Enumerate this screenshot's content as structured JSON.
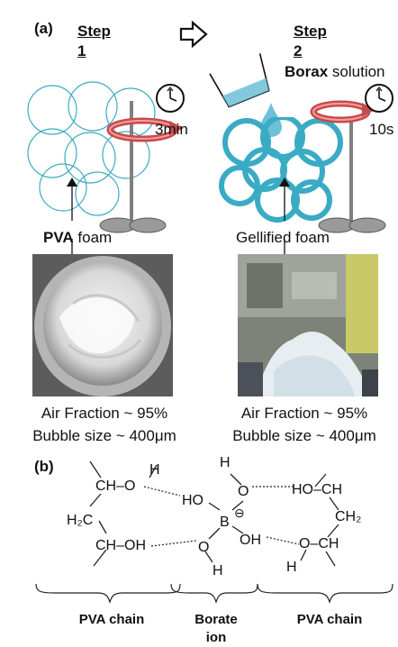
{
  "panel_a": {
    "label": "(a)",
    "step1": {
      "line1": "Step",
      "line2": "1"
    },
    "step2": {
      "line1": "Step",
      "line2": "2"
    },
    "time1": "3min",
    "time2": "10s",
    "borax_bold": "Borax",
    "borax_rest": " solution",
    "foam1_bold": "PVA",
    "foam1_rest": " foam",
    "foam2": "Gellified foam",
    "left_stats": {
      "air": "Air Fraction ~ 95%",
      "bubble": "Bubble size ~ 400μm"
    },
    "right_stats": {
      "air": "Air Fraction ~ 95%",
      "bubble": "Bubble size ~ 400μm"
    },
    "colors": {
      "bubble": "#3aabc4",
      "stirrer_arrow": "#c94a4a",
      "liquid": "#6cc0d8"
    }
  },
  "panel_b": {
    "label": "(b)",
    "chem": {
      "ch_top": "CH–O",
      "h_top": "H",
      "h2c": "H₂C",
      "ch_oh": "CH–OH",
      "ho_left": "HO",
      "b": "B",
      "minus": "⊖",
      "o_lower": "O",
      "h_lower": "H",
      "h_upper": "H",
      "o_upper": "O",
      "oh_right": "OH",
      "ho_ch": "HO–CH",
      "ch2": "CH₂",
      "o_ch": "O–CH",
      "h_right": "H"
    },
    "brace_labels": {
      "left": "PVA chain",
      "middle_1": "Borate",
      "middle_2": "ion",
      "right": "PVA chain"
    }
  }
}
